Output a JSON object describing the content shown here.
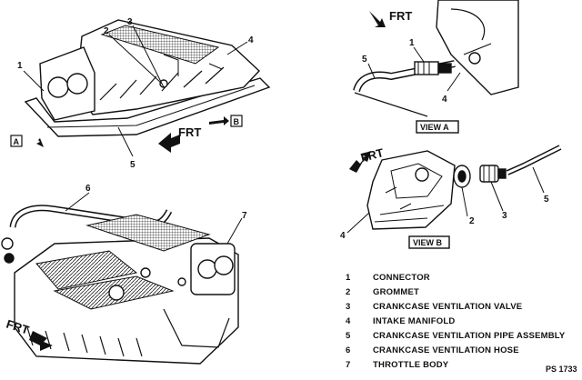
{
  "direction_label": "FRT",
  "views": {
    "a_box": "A",
    "b_box": "B",
    "view_a": "VIEW A",
    "view_b": "VIEW B"
  },
  "callouts": {
    "top": [
      "1",
      "2",
      "3",
      "4",
      "5"
    ],
    "view_a": [
      "1",
      "4",
      "5"
    ],
    "view_b": [
      "2",
      "3",
      "4",
      "5"
    ],
    "bottom": [
      "6",
      "7"
    ]
  },
  "legend": [
    {
      "num": "1",
      "text": "CONNECTOR"
    },
    {
      "num": "2",
      "text": "GROMMET"
    },
    {
      "num": "3",
      "text": "CRANKCASE VENTILATION VALVE"
    },
    {
      "num": "4",
      "text": "INTAKE MANIFOLD"
    },
    {
      "num": "5",
      "text": "CRANKCASE VENTILATION PIPE ASSEMBLY"
    },
    {
      "num": "6",
      "text": "CRANKCASE VENTILATION HOSE"
    },
    {
      "num": "7",
      "text": "THROTTLE BODY"
    }
  ],
  "figure_code": "PS 1733"
}
